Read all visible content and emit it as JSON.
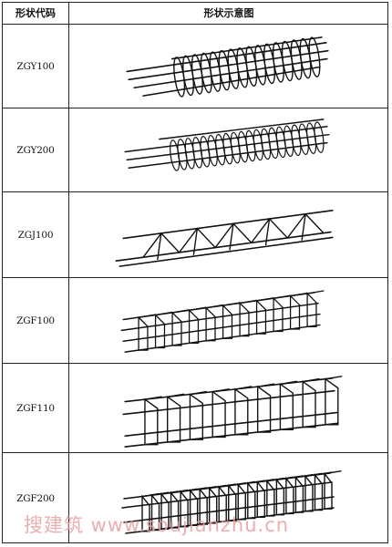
{
  "table": {
    "header": {
      "code_col": "形状代码",
      "figure_col": "形状示意图"
    },
    "rows": [
      {
        "code": "ZGY100",
        "figure_icon": "spiral-cage-dense-icon"
      },
      {
        "code": "ZGY200",
        "figure_icon": "spiral-cage-light-icon"
      },
      {
        "code": "ZGJ100",
        "figure_icon": "truss-triangle-icon"
      },
      {
        "code": "ZGF100",
        "figure_icon": "square-frame-cage-icon"
      },
      {
        "code": "ZGF110",
        "figure_icon": "square-frame-cage-wide-icon"
      },
      {
        "code": "ZGF200",
        "figure_icon": "dense-frame-cage-icon"
      }
    ]
  },
  "watermark": {
    "text": "搜建筑 www.soujianzhu.cn"
  },
  "colors": {
    "ink": "#111111",
    "border": "#222222",
    "watermark": "#e8a0a0"
  }
}
